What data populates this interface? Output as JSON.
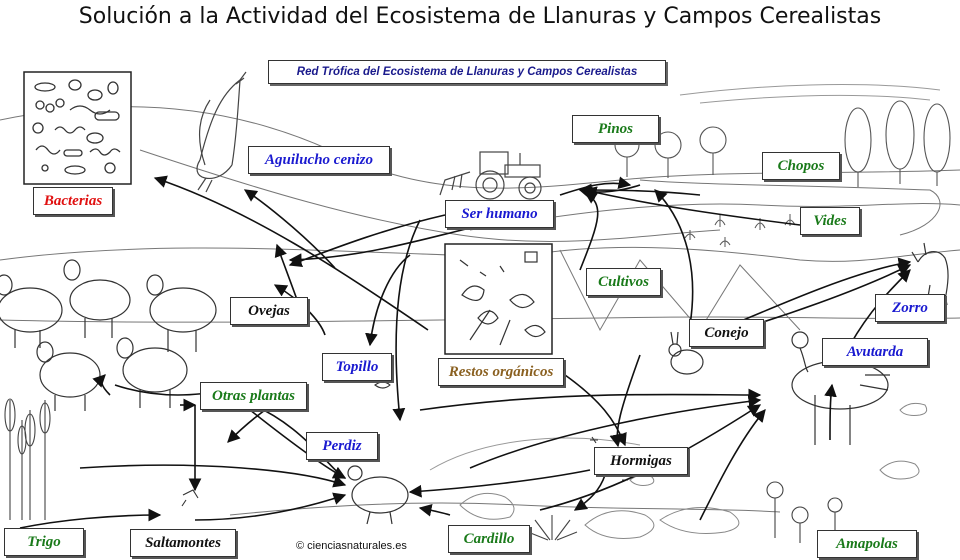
{
  "title": "Solución a la Actividad del Ecosistema de Llanuras y Campos Cerealistas",
  "subtitle": "Red Trófica del Ecosistema de Llanuras y Campos Cerealistas",
  "copyright": "© cienciasnaturales.es",
  "colors": {
    "decomposer": "#e01010",
    "consumer": "#1a1ad0",
    "producer": "#1a7a1a",
    "detritus": "#8a6020",
    "human": "#1a1ad0",
    "neutral": "#111111"
  },
  "labels": {
    "bacterias": "Bacterias",
    "aguilucho": "Aguilucho cenizo",
    "ser_humano": "Ser humano",
    "pinos": "Pinos",
    "chopos": "Chopos",
    "vides": "Vides",
    "cultivos": "Cultivos",
    "ovejas": "Ovejas",
    "topillo": "Topillo",
    "restos": "Restos orgánicos",
    "conejo": "Conejo",
    "zorro": "Zorro",
    "avutarda": "Avutarda",
    "otras_plantas": "Otras plantas",
    "perdiz": "Perdiz",
    "hormigas": "Hormigas",
    "trigo": "Trigo",
    "saltamontes": "Saltamontes",
    "cardillo": "Cardillo",
    "amapolas": "Amapolas"
  }
}
